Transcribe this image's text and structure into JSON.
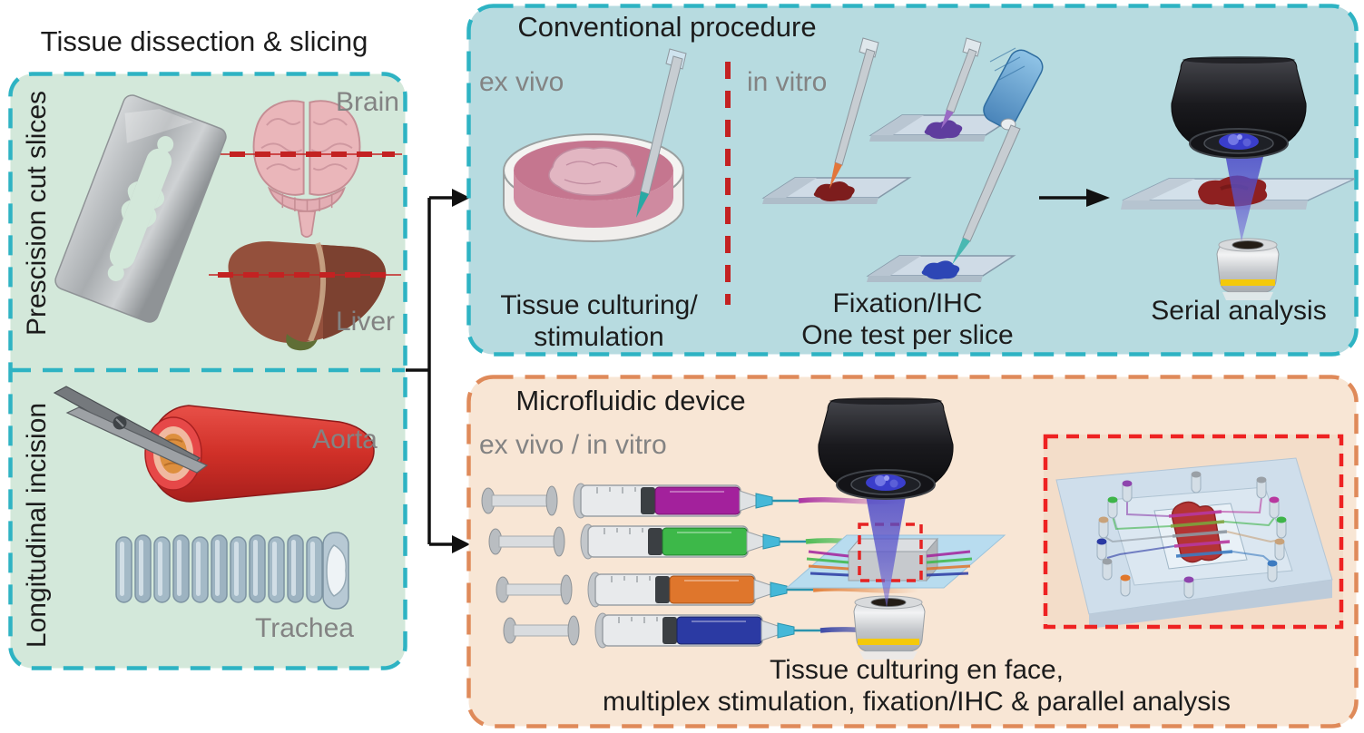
{
  "figure_title": "Tissue dissection and culturing workflow diagram",
  "colors": {
    "left_panel_bg": "#d3e8da",
    "teal_border": "#2eb3c3",
    "conventional_bg": "#b7dbe0",
    "microfluidic_bg": "#f8e6d5",
    "microfluidic_border": "#df8a5a",
    "cut_line_red": "#c32222",
    "inset_border_red": "#ee2222",
    "label_gray": "#838383",
    "text_black": "#1c1c1c",
    "syringe_colors": [
      "#a3219c",
      "#3db849",
      "#df762c",
      "#2b3aa3"
    ]
  },
  "left_panel": {
    "title": "Tissue dissection & slicing",
    "section_top": {
      "label": "Prescision cut slices",
      "organ_labels": {
        "brain": "Brain",
        "liver": "Liver"
      }
    },
    "section_bottom": {
      "label": "Longitudinal incision",
      "organ_labels": {
        "aorta": "Aorta",
        "trachea": "Trachea"
      }
    }
  },
  "conventional_panel": {
    "title": "Conventional procedure",
    "ex_vivo": "ex vivo",
    "in_vitro": "in vitro",
    "caption_culturing_1": "Tissue culturing/",
    "caption_culturing_2": "stimulation",
    "caption_fixation_1": "Fixation/IHC",
    "caption_fixation_2": "One test per slice",
    "caption_serial": "Serial analysis"
  },
  "microfluidic_panel": {
    "title": "Microfluidic device",
    "mode": "ex vivo / in vitro",
    "caption_1": "Tissue culturing en face,",
    "caption_2": "multiplex stimulation, fixation/IHC & parallel analysis"
  },
  "icons": {
    "razor-blade-icon": "svg-shape",
    "brain-icon": "svg-shape",
    "liver-icon": "svg-shape",
    "scissors-icon": "svg-shape",
    "aorta-icon": "svg-shape",
    "trachea-icon": "svg-shape",
    "petri-dish-icon": "svg-shape",
    "serological-pipette-icon": "svg-shape",
    "microscope-slide-icon": "svg-shape",
    "micropipette-icon": "svg-shape",
    "microscope-objective-icon": "svg-shape",
    "objective-lens-icon": "svg-shape",
    "fluorescence-cone-icon": "svg-shape",
    "syringe-icon": "svg-shape",
    "microfluidic-chip-icon": "svg-shape",
    "microfluidic-device-3d-icon": "svg-shape",
    "flow-arrow-icon": "svg-shape",
    "branch-connector-icon": "svg-shape",
    "cut-line-icon": "svg-shape"
  }
}
